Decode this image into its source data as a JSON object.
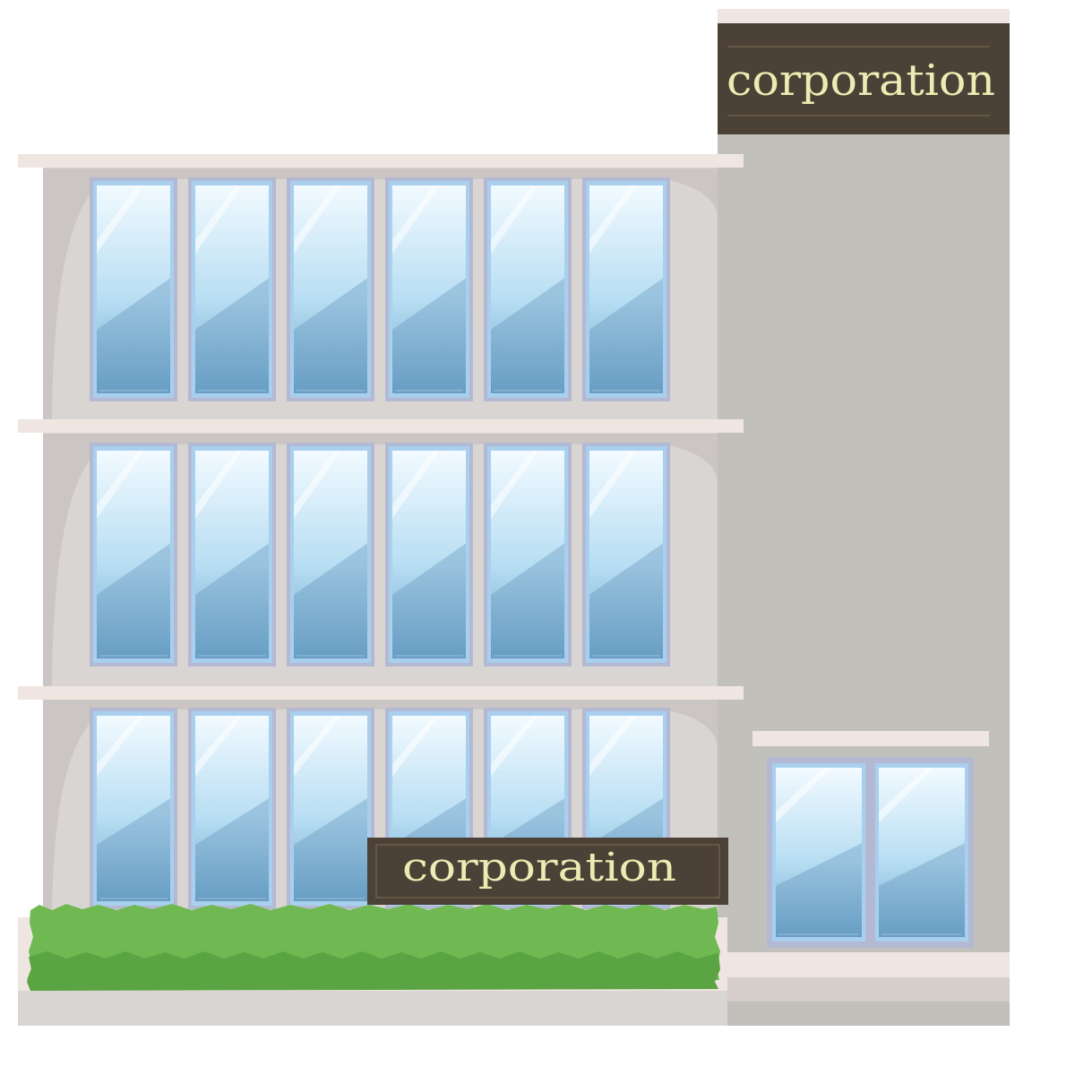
{
  "scene": {
    "description_label": "",
    "tower_sign": {
      "text": "corporation"
    },
    "entrance_sign": {
      "text": "corporation"
    }
  },
  "floors": [
    {
      "name": "upper-floor",
      "window_count": 6
    },
    {
      "name": "middle-floor",
      "window_count": 6
    },
    {
      "name": "ground-floor",
      "window_count": 6
    }
  ],
  "side_window": {
    "pane_count": 2
  },
  "colors": {
    "facade": "#d9d5d2",
    "tower": "#c1c0bb",
    "slab": "#efe6e1",
    "window_frame": "#b4b9d3",
    "glass_top": "#f2faff",
    "glass_bottom": "#6da6ca",
    "sign_bg": "#4b4136",
    "sign_text": "#ecebb3",
    "hedge_light": "#6fb852",
    "hedge_dark": "#5aa443",
    "base": "#d9d5d2"
  }
}
